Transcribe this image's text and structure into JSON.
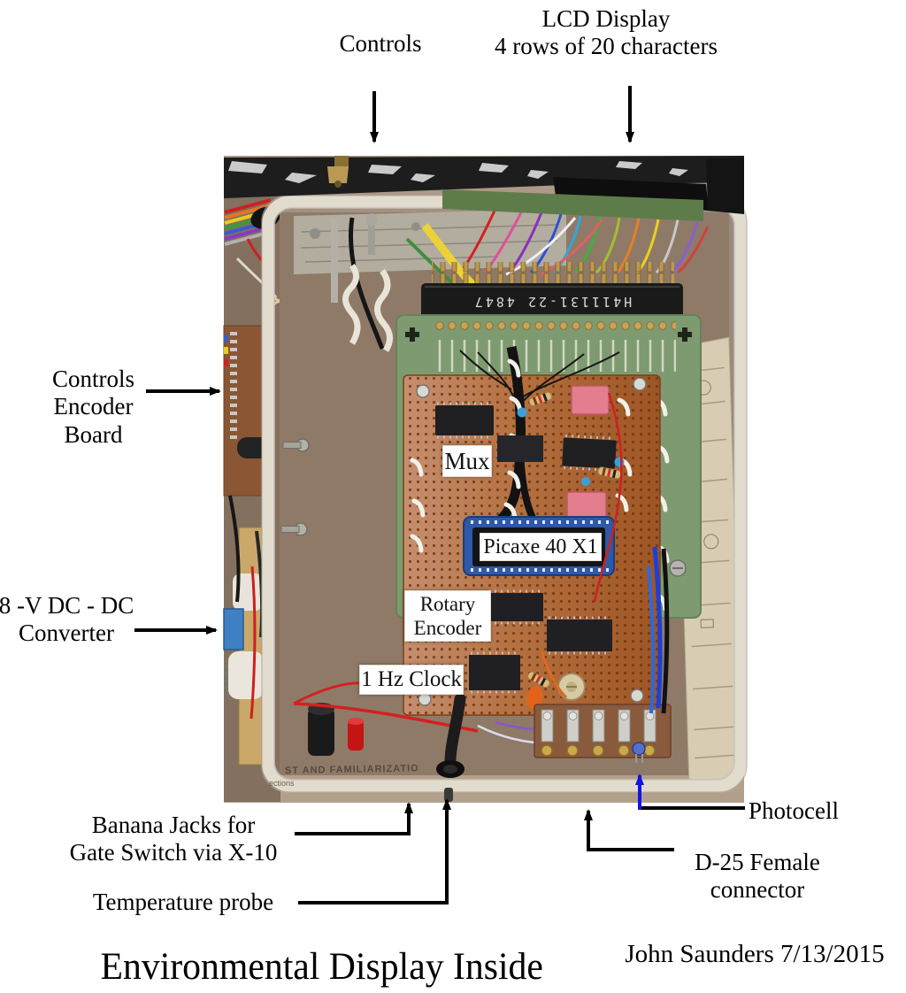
{
  "annotations": {
    "controls": "Controls",
    "lcd_line1": "LCD Display",
    "lcd_line2": "4 rows of 20 characters",
    "encoder_line1": "Controls",
    "encoder_line2": "Encoder",
    "encoder_line3": "Board",
    "dcdc_line1": "8 -V DC - DC",
    "dcdc_line2": "Converter",
    "banana_line1": "Banana Jacks for",
    "banana_line2": "Gate Switch via X-10",
    "temp_probe": "Temperature probe",
    "photocell": "Photocell",
    "d25_line1": "D-25 Female",
    "d25_line2": "connector"
  },
  "component_stickers": {
    "mux": "Mux",
    "picaxe": "Picaxe 40 X1",
    "rotary_line1": "Rotary",
    "rotary_line2": "Encoder",
    "clock": "1 Hz Clock"
  },
  "photo_text": {
    "connector_marking": "H411131-22 4847",
    "enclosure_print_line1": "ST AND FAMILIARIZATIO",
    "enclosure_print_line2": "ections"
  },
  "footer": {
    "title": "Environmental Display Inside",
    "credit": "John Saunders 7/13/2015"
  },
  "colors": {
    "arrow_black": "#000000",
    "photocell_arrow_blue": "#1414e6",
    "enclosure_white": "#e2dccf",
    "perfboard_orange": "#a85a28",
    "pcb_green": "#7e9a70",
    "panel_black": "#1d1d1d",
    "cardboard": "#a29181"
  }
}
